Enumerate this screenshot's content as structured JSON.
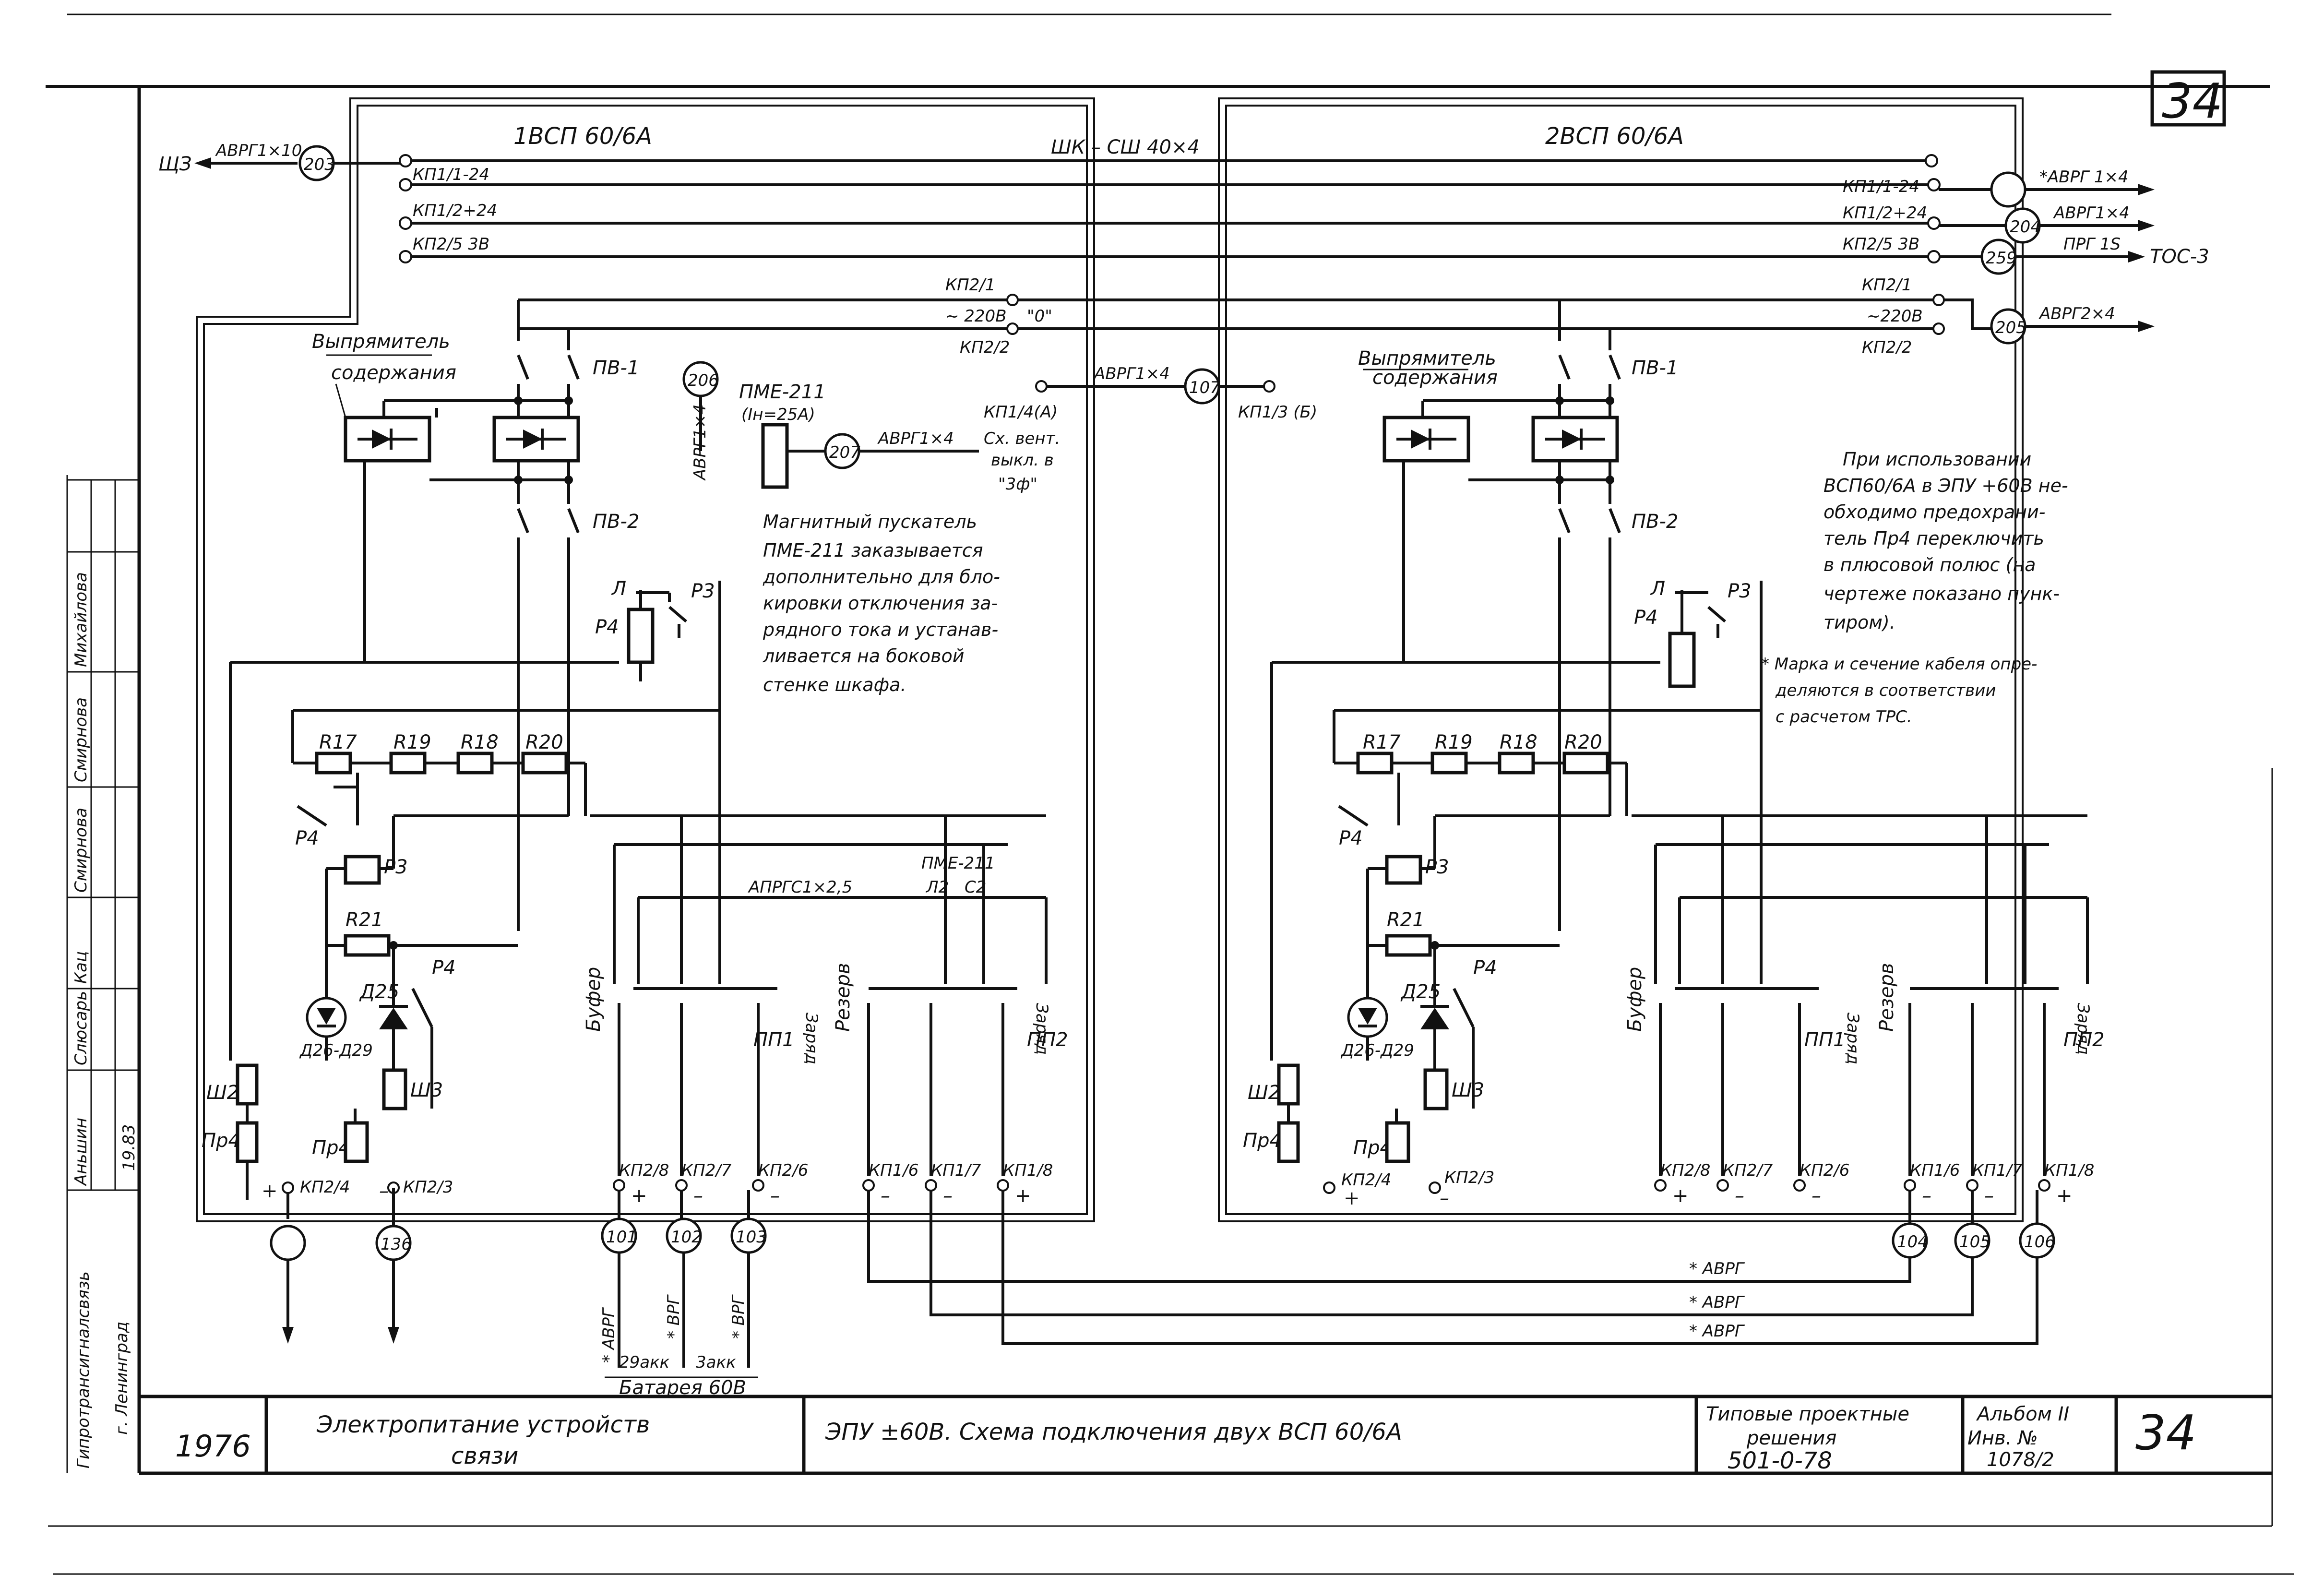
{
  "sheet": {
    "page_number": "34",
    "year": "1976",
    "title_block": {
      "subject_line1": "Электропитание устройств",
      "subject_line2": "связи",
      "drawing_title": "ЭПУ ±60В. Схема подключения двух ВСП 60/6А",
      "series_line1": "Типовые проектные",
      "series_line2": "решения",
      "series_number": "501-0-78",
      "album_label": "Альбом II",
      "inv_label": "Инв. №",
      "inv_number": "1078/2"
    },
    "side_stamp": {
      "org_line1": "Гипротрансигналсвязь",
      "org_line2": "г. Ленинград",
      "names": [
        "Аньшин",
        "Слюсарь",
        "Кац",
        "Смирнова",
        "Смирнова",
        "Михайлова"
      ],
      "date": "19.83"
    }
  },
  "top": {
    "cable_label": "ШК – СШ 40×4",
    "left_feed_label": "ЩЗ",
    "left_feed_cable": "АВРГ1×10",
    "right_out1_cable": "*АВРГ 1×4",
    "right_out2_cable": "АВРГ1×4",
    "right_out3_cable": "ПРГ 1S",
    "right_out3_dest": "ТОС-3",
    "right_out4_cable": "АВРГ2×4"
  },
  "unit1": {
    "title": "1ВСП 60/6А",
    "kp_lines": [
      "КП1/1-24",
      "КП1/2+24",
      "КП2/5 3В"
    ],
    "ac_top": "КП2/1",
    "ac_label": "~ 220В",
    "ac_zero": "\"0\"",
    "ac_bottom": "КП2/2",
    "rectifier_label_1": "Выпрямитель",
    "rectifier_label_2": "содержания",
    "pv1": "ПВ-1",
    "pv2": "ПВ-2",
    "pme_label": "ПМЕ-211",
    "pme_current": "(Iн=25А)",
    "pme_cable_vertical": "АВРГ1×4",
    "pme_cable": "АВРГ1×4",
    "kp14": "КП1/4(А)",
    "fan_note_1": "Сх. вент.",
    "fan_note_2": "выкл. в",
    "fan_note_3": "\"3ф\"",
    "link_cable": "АВРГ1×4",
    "kp13": "КП1/3 (Б)",
    "note_lines": [
      "Магнитный пускатель",
      "ПМЕ-211 заказывается",
      "дополнительно для бло-",
      "кировки отключения за-",
      "рядного тока и устанав-",
      "ливается на боковой",
      "стенке шкафа."
    ],
    "relay_l": "Л",
    "relay_p3": "Р3",
    "relay_p4": "Р4",
    "resistors": [
      "R17",
      "R19",
      "R18",
      "R20"
    ],
    "r21": "R21",
    "p4_left": "Р4",
    "p3_coil": "Р3",
    "p4_contact": "Р4",
    "diode_label": "Д25",
    "diode_range": "Д26-Д29",
    "sh2": "Ш2",
    "sh3": "Ш3",
    "pr4_left": "Пр4",
    "pr4_right": "Пр4",
    "apl_cable": "АПРГС1×2,5",
    "pme_contacts": "ПМЕ-211",
    "l2": "Л2",
    "c2": "С2",
    "bufer": "Буфер",
    "zaryad1": "Заряд",
    "pp1": "ПП1",
    "rezerv": "Резерв",
    "zaryad2": "Заряд",
    "pp2": "ПП2",
    "bottom_terms": [
      "КП2/4",
      "КП2/3",
      "КП2/8",
      "КП2/7",
      "КП2/6",
      "КП1/6",
      "КП1/7",
      "КП1/8"
    ],
    "bottom_signs": [
      "+",
      "–",
      "+",
      "–",
      "–",
      "–",
      "–",
      "+"
    ]
  },
  "unit2": {
    "title": "2ВСП 60/6А",
    "kp_lines": [
      "КП1/1-24",
      "КП1/2+24",
      "КП2/5 3В"
    ],
    "ac_top": "КП2/1",
    "ac_label": "~220В",
    "ac_bottom": "КП2/2",
    "rectifier_label_1": "Выпрямитель",
    "rectifier_label_2": "содержания",
    "pv1": "ПВ-1",
    "pv2": "ПВ-2",
    "note_lines": [
      "При использовании",
      "ВСП60/6А в ЭПУ +60В не-",
      "обходимо предохрани-",
      "тель Пр4 переключить",
      "в плюсовой полюс (на",
      "чертеже показано пунк-",
      "тиром)."
    ],
    "note2_lines": [
      "* Марка и сечение кабеля опре-",
      "деляются в соответствии",
      "с расчетом ТРС."
    ],
    "relay_l": "Л",
    "relay_p3": "Р3",
    "relay_p4": "Р4",
    "resistors": [
      "R17",
      "R19",
      "R18",
      "R20"
    ],
    "r21": "R21",
    "p4_left": "Р4",
    "p3_coil": "Р3",
    "p4_contact": "Р4",
    "diode_label": "Д25",
    "diode_range": "Д26-Д29",
    "sh2": "Ш2",
    "sh3": "Ш3",
    "pr4_left": "Пр4",
    "pr4_right": "Пр4",
    "bufer": "Буфер",
    "zaryad1": "Заряд",
    "pp1": "ПП1",
    "rezerv": "Резерв",
    "zaryad2": "Заряд",
    "pp2": "ПП2",
    "bottom_terms": [
      "КП2/4",
      "КП2/3",
      "КП2/8",
      "КП2/7",
      "КП2/6",
      "КП1/6",
      "КП1/7",
      "КП1/8"
    ],
    "bottom_signs": [
      "+",
      "–",
      "+",
      "–",
      "–",
      "–",
      "–",
      "+"
    ]
  },
  "markers": {
    "m203": "203",
    "m204": "204",
    "m259": "259",
    "m205": "205",
    "m206": "206",
    "m207": "207",
    "m107": "107",
    "m136": "136",
    "m101": "101",
    "m102": "102",
    "m103": "103",
    "m104": "104",
    "m105": "105",
    "m106": "106"
  },
  "bottom": {
    "avrg1": "* АВРГ",
    "avrg2": "* АВРГ",
    "avrg3": "* АВРГ",
    "b1": "* АВРГ",
    "b2": "* ВРГ",
    "b3": "* ВРГ",
    "akk29": "29акк",
    "akk3": "3акк",
    "battery": "Батарея 60В"
  }
}
